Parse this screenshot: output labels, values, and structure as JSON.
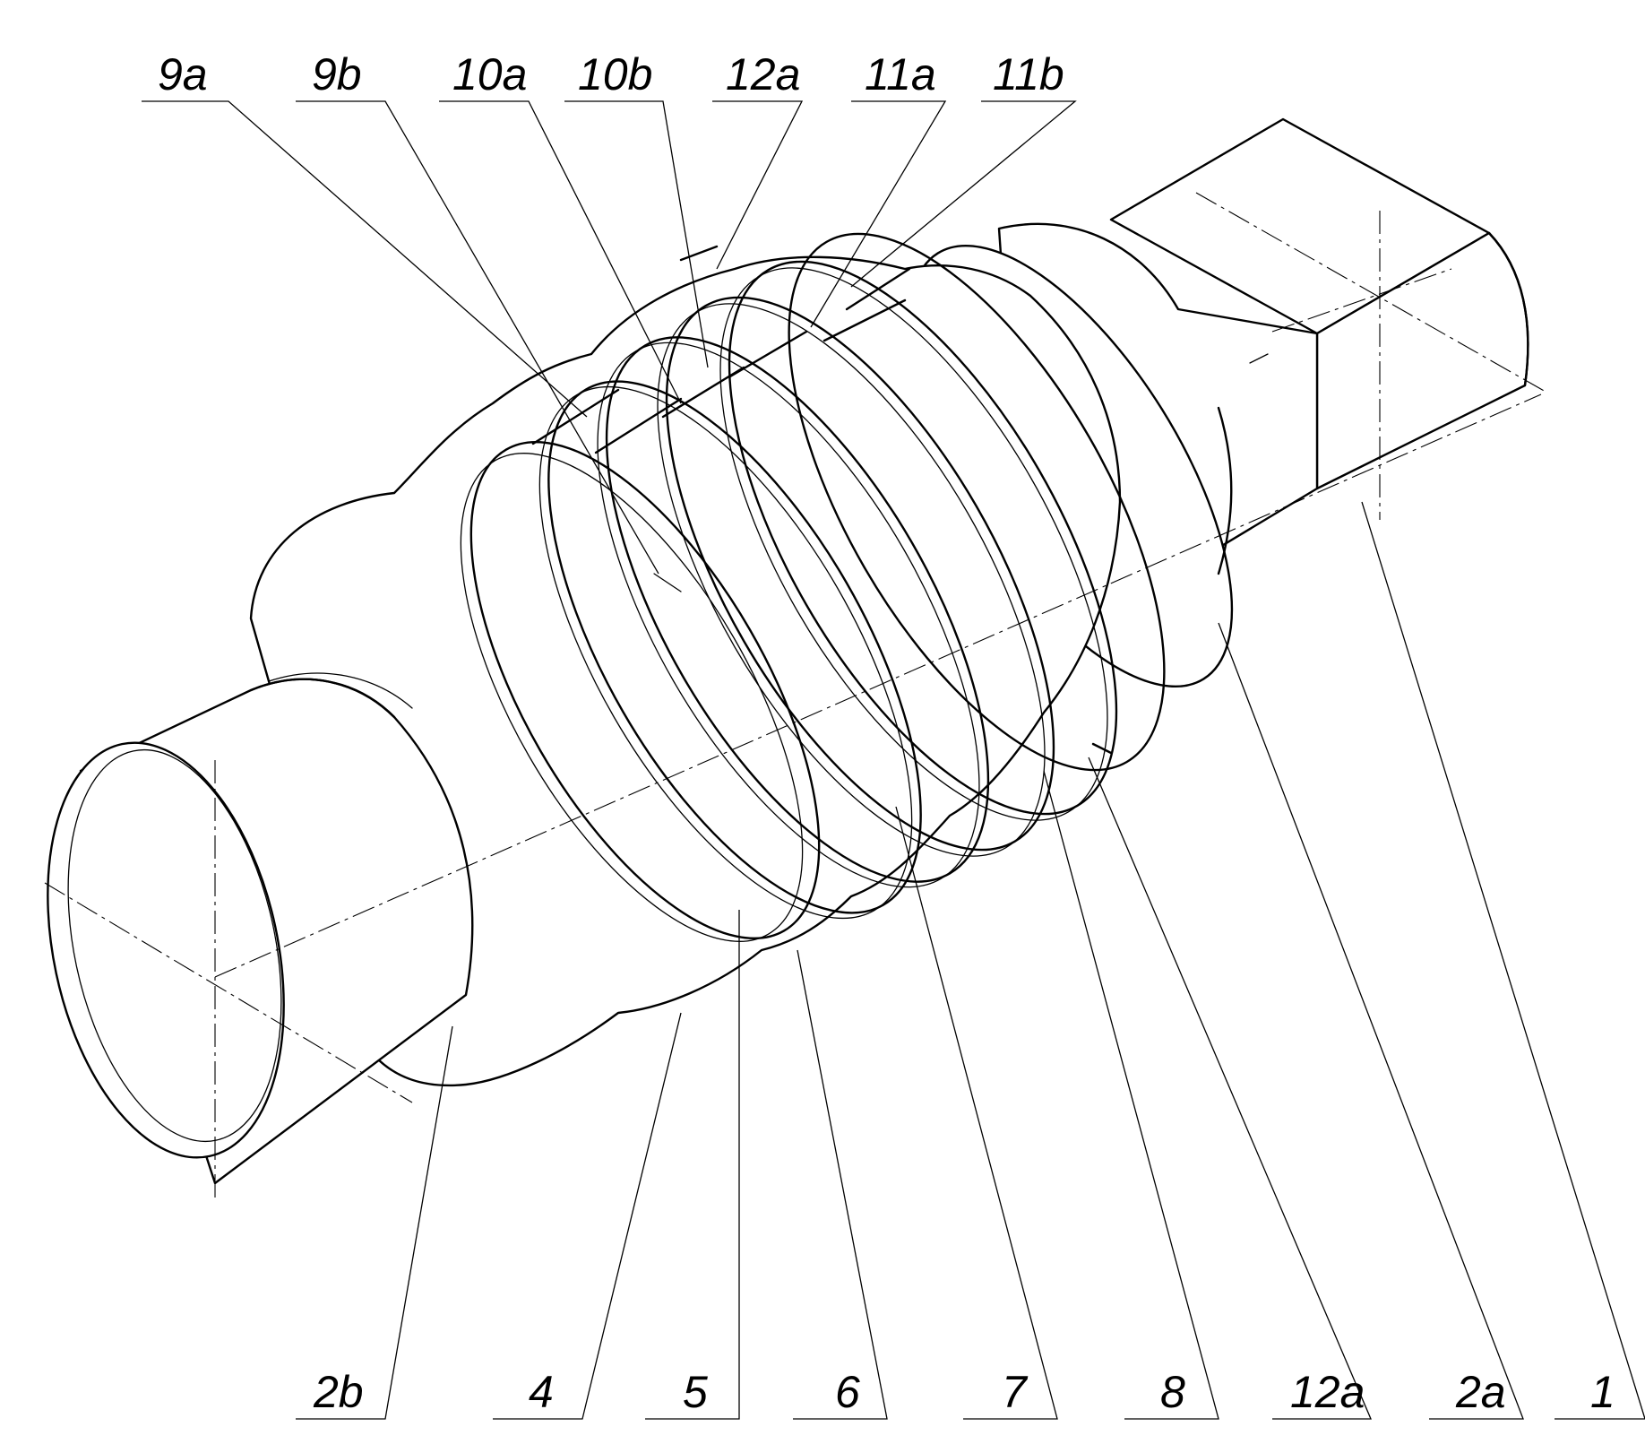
{
  "figure": {
    "callouts_top": [
      "9a",
      "9b",
      "10a",
      "10b",
      "12a",
      "11a",
      "11b"
    ],
    "callouts_bottom": [
      "2b",
      "4",
      "5",
      "6",
      "7",
      "8",
      "12a",
      "2a",
      "1"
    ]
  }
}
